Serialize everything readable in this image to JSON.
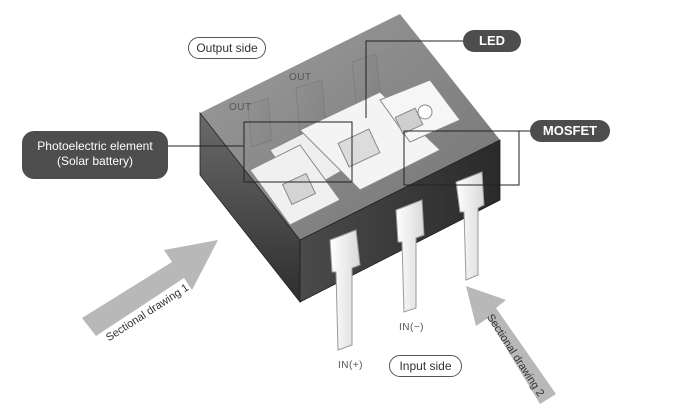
{
  "labels": {
    "output_side": "Output side",
    "out_left": "OUT",
    "out_center": "OUT",
    "led": "LED",
    "mosfet": "MOSFET",
    "photoelectric_line1": "Photoelectric element",
    "photoelectric_line2": "(Solar battery)",
    "in_plus": "IN(+)",
    "in_minus": "IN(−)",
    "input_side": "Input side",
    "sectional_1": "Sectional drawing 1",
    "sectional_2": "Sectional drawing 2"
  },
  "colors": {
    "callout_dark": "#4d4d4d",
    "package_body": "#4a4a4a",
    "lead_frame": "#f2f2f2",
    "arrow_fill": "#b8b8b8"
  }
}
